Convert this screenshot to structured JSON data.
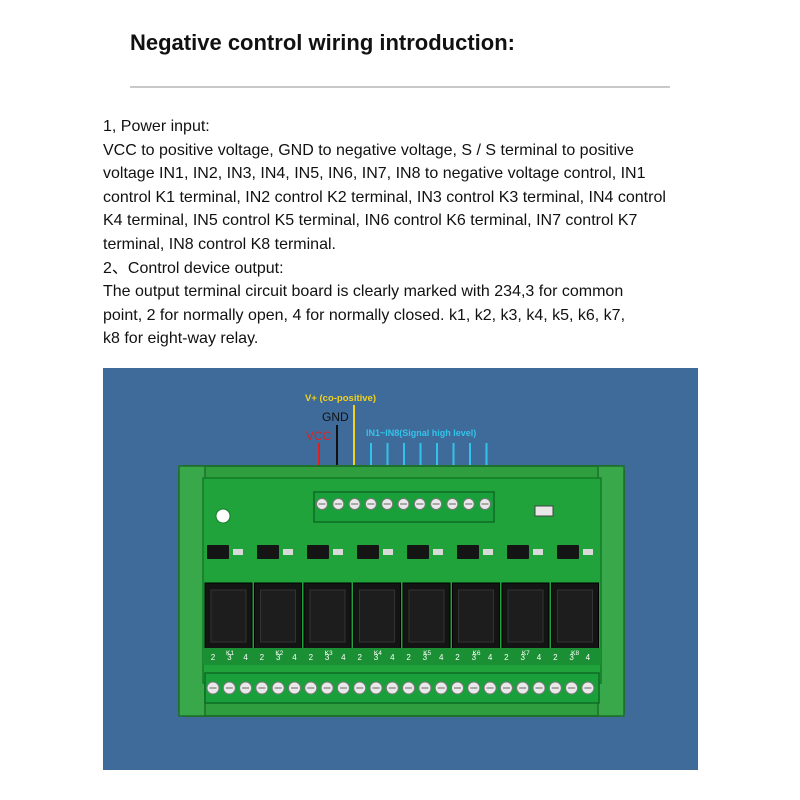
{
  "title": "Negative control wiring introduction:",
  "lines": [
    "1, Power input:",
    "VCC to positive voltage, GND to negative voltage, S / S terminal to positive",
    "voltage IN1, IN2, IN3, IN4, IN5, IN6, IN7, IN8 to negative voltage control, IN1",
    "control K1 terminal, IN2 control K2 terminal, IN3 control K3 terminal, IN4 control",
    "K4 terminal, IN5 control K5 terminal, IN6 control K6 terminal, IN7 control K7",
    "terminal, IN8 control K8 terminal.",
    "2、Control device output:",
    "The output terminal circuit board is clearly marked with 234,3 for common",
    "point, 2 for normally open, 4 for normally closed. k1, k2, k3, k4, k5, k6, k7,",
    "k8 for eight-way relay."
  ],
  "figure": {
    "labels": {
      "vplus": "V+ (co-positive)",
      "gnd": "GND",
      "vcc": "VCC",
      "inputs": "IN1~IN8(Signal high level)"
    },
    "colors": {
      "background": "#3f6b9a",
      "vcc_wire": "#e02020",
      "gnd_wire": "#111111",
      "vplus_wire": "#f2d21b",
      "input_wire": "#33c3ea",
      "board": "#1fa33a"
    },
    "relay_labels": [
      "K1",
      "K2",
      "K3",
      "K4",
      "K5",
      "K6",
      "K7",
      "K8"
    ],
    "terminal_numbers": [
      "2",
      "3",
      "4"
    ]
  }
}
